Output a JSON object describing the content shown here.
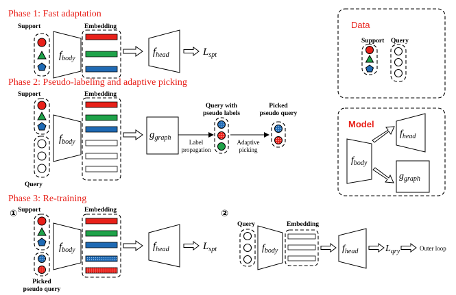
{
  "phase1": {
    "title": "Phase 1: Fast adaptation",
    "support": "Support",
    "embedding": "Embedding",
    "body_fn": "f",
    "body_sub": "body",
    "head_fn": "f",
    "head_sub": "head",
    "loss": "L",
    "loss_sub": "spt"
  },
  "phase2": {
    "title": "Phase 2: Pseudo-labeling and adaptive picking",
    "support": "Support",
    "query": "Query",
    "embedding": "Embedding",
    "body_fn": "f",
    "body_sub": "body",
    "graph_fn": "g",
    "graph_sub": "graph",
    "label_prop_1": "Label",
    "label_prop_2": "propagation",
    "adaptive_1": "Adaptive",
    "adaptive_2": "picking",
    "query_with_1": "Query with",
    "query_with_2": "pseudo labels",
    "picked_1": "Picked",
    "picked_2": "pseudo query"
  },
  "phase3": {
    "title": "Phase 3: Re-training",
    "step1": "①",
    "step2": "②",
    "support": "Support",
    "embedding": "Embedding",
    "picked_1": "Picked",
    "picked_2": "pseudo query",
    "body_fn": "f",
    "body_sub": "body",
    "head_fn": "f",
    "head_sub": "head",
    "loss": "L",
    "loss_sub": "spt",
    "query": "Query",
    "embedding2": "Embedding",
    "body2_fn": "f",
    "body2_sub": "body",
    "head2_fn": "f",
    "head2_sub": "head",
    "loss2": "L",
    "loss2_sub": "qry",
    "outer_loop": "Outer loop"
  },
  "legend_data": {
    "title": "Data",
    "support": "Support",
    "query": "Query"
  },
  "legend_model": {
    "title": "Model",
    "body_fn": "f",
    "body_sub": "body",
    "head_fn": "f",
    "head_sub": "head",
    "graph_fn": "g",
    "graph_sub": "graph"
  },
  "colors": {
    "red": "#e8211a",
    "green": "#1fa34a",
    "blue": "#1f6ab4",
    "light_blue": "#6aa6db",
    "light_red": "#f26b6b"
  },
  "icons": [
    "circle-icon",
    "triangle-icon",
    "pentagon-icon",
    "rectangle-icon",
    "right-arrow-icon"
  ]
}
